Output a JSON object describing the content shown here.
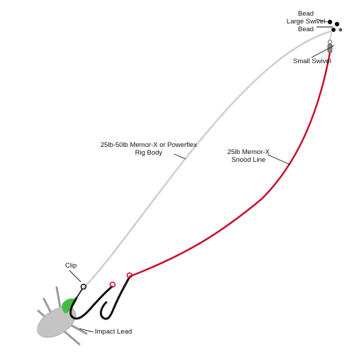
{
  "labels": {
    "bead_top": "Bead",
    "large_swivel": "Large Swivel",
    "bead_bottom": "Bead",
    "small_swivel": "Small Swivel",
    "rig_body_line1": "25lb-50lb Memor-X or Powerflex",
    "rig_body_line2": "Rig Body",
    "snood_line1": "25lb Memor-X",
    "snood_line2": "Snood Line",
    "clip": "Clip",
    "impact_lead": "Impact Lead"
  },
  "colors": {
    "rig_body_line": "#cfcfcf",
    "snood_line": "#c8102e",
    "lead": "#c4c4c4",
    "clip_nose": "#3fbf3f",
    "hook": "#111111",
    "bead": "#111111",
    "pointer": "#111111",
    "lead_wires": "#9a9a9a"
  }
}
